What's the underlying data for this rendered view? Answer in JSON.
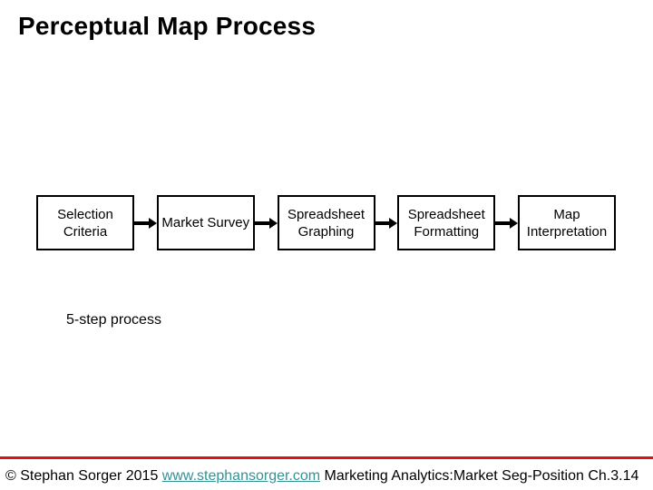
{
  "slide": {
    "title": "Perceptual Map Process",
    "note": "5-step process"
  },
  "process": {
    "steps": [
      {
        "label": "Selection Criteria"
      },
      {
        "label": "Market Survey"
      },
      {
        "label": "Spreadsheet Graphing"
      },
      {
        "label": "Spreadsheet Formatting"
      },
      {
        "label": "Map Interpretation"
      }
    ],
    "connector": "right-arrow-icon"
  },
  "footer": {
    "copyright": "© Stephan Sorger 2015 ",
    "link": "www.stephansorger.com",
    "reference": " Marketing Analytics:Market Seg-Position Ch.3.14"
  },
  "colors": {
    "accent_line": "#dd1212",
    "link": "#339395",
    "text": "#000000",
    "background": "#ffffff",
    "box_border": "#000000"
  }
}
